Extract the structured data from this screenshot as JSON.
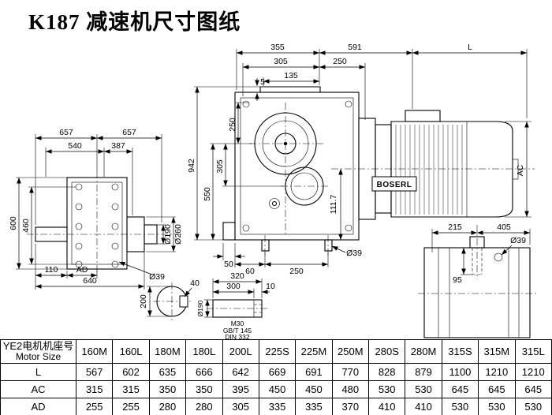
{
  "page": {
    "title": "K187 减速机尺寸图纸"
  },
  "views": {
    "front": {
      "d657_left": "657",
      "d657_right": "657",
      "d540": "540",
      "d387": "387",
      "d600": "600",
      "d460": "460",
      "d110": "110",
      "dAD": "AD",
      "d640": "640",
      "d39": "Ø39",
      "d190": "Ø190",
      "d260": "Ø260"
    },
    "side": {
      "d355": "355",
      "d591": "591",
      "d305_top": "305",
      "d250_top": "250",
      "d135": "135",
      "d942": "942",
      "d550": "550",
      "d305_left": "305",
      "d250_left": "250",
      "d5": "5",
      "d111_7": "111.7",
      "d50": "50",
      "d60": "60",
      "d250_bottom": "250",
      "d39": "Ø39"
    },
    "motor": {
      "dL": "L",
      "dAC": "AC",
      "brand": "BOSERL"
    },
    "rear": {
      "d215": "215",
      "d405": "405",
      "d39": "Ø39",
      "d95": "95"
    },
    "section": {
      "d200": "200",
      "d40": "40"
    },
    "shaft_end": {
      "d320": "320",
      "d300": "300",
      "d10": "10",
      "thread": "M30",
      "std1": "GB/T 145",
      "std2": "DIN 332",
      "d190": "Ø190"
    }
  },
  "table": {
    "row_header_cn": "YE2电机机座号",
    "row_header_en": "Motor Size",
    "columns": [
      "160M",
      "160L",
      "180M",
      "180L",
      "200L",
      "225S",
      "225M",
      "250M",
      "280S",
      "280M",
      "315S",
      "315M",
      "315L"
    ],
    "rows": [
      {
        "label": "L",
        "values": [
          "567",
          "602",
          "635",
          "666",
          "642",
          "669",
          "691",
          "770",
          "828",
          "879",
          "1100",
          "1210",
          "1210"
        ]
      },
      {
        "label": "AC",
        "values": [
          "315",
          "315",
          "350",
          "350",
          "395",
          "450",
          "450",
          "480",
          "530",
          "530",
          "645",
          "645",
          "645"
        ]
      },
      {
        "label": "AD",
        "values": [
          "255",
          "255",
          "280",
          "280",
          "305",
          "335",
          "335",
          "370",
          "410",
          "410",
          "530",
          "530",
          "530"
        ]
      }
    ]
  }
}
